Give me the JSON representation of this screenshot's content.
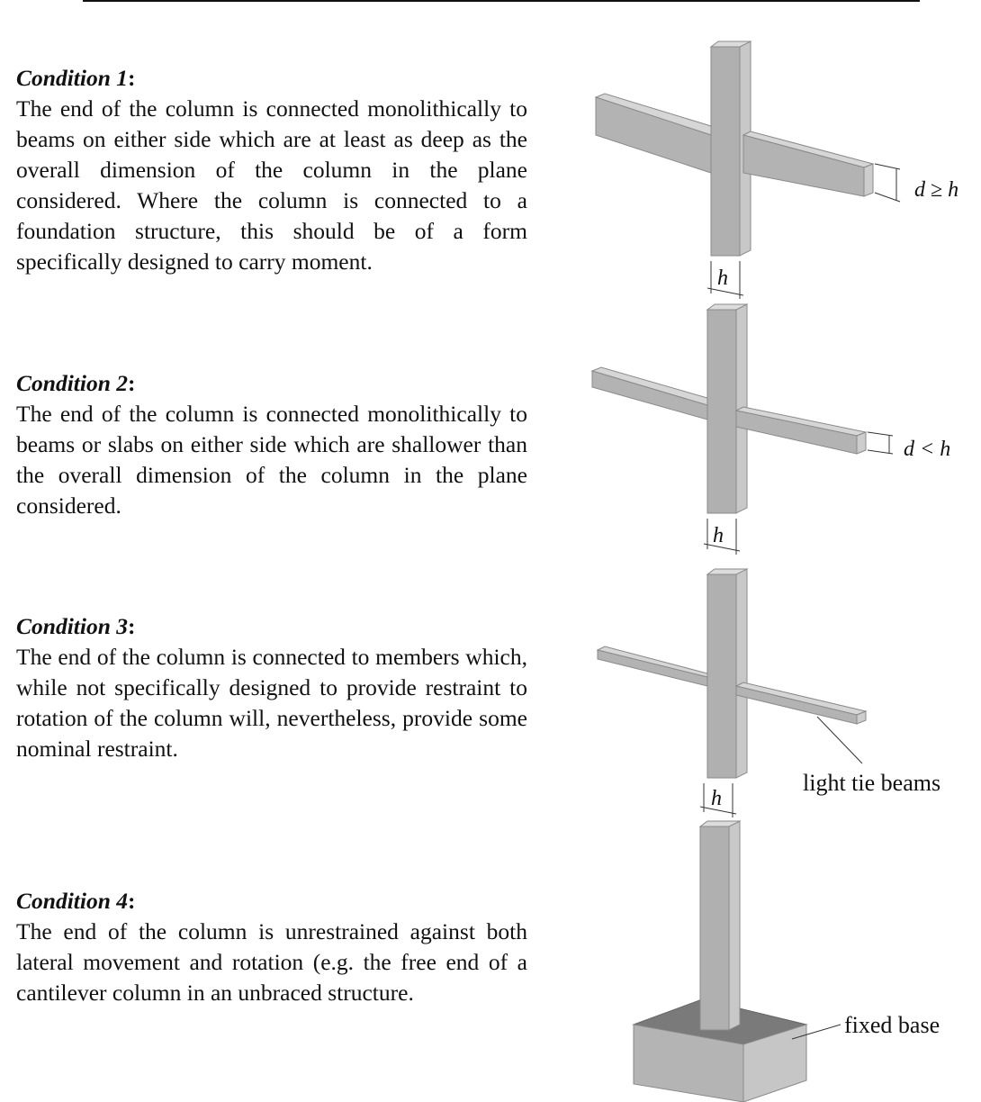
{
  "conditions": [
    {
      "title": "Condition 1",
      "colon": ":",
      "text": "The end of the column is connected monolithically to beams on either side which are at least as deep as the overall dimension of the column in the plane considered. Where the column is connected to a foundation structure, this should be of a form specifically designed to carry moment."
    },
    {
      "title": "Condition 2",
      "colon": ":",
      "text": "The end of the column is connected monolithically to beams or slabs on either side which are shallower than the overall dimension of the column in the plane considered."
    },
    {
      "title": "Condition 3",
      "colon": ":",
      "text": "The end of the column is connected to members which, while not specifically designed to provide restraint to rotation of the column will, nevertheless, provide some nominal restraint."
    },
    {
      "title": "Condition 4",
      "colon": ":",
      "text": "The end of the column is unrestrained against both lateral movement and rotation (e.g. the free end of a cantilever column in an unbraced structure."
    }
  ],
  "figure": {
    "dim_h": "h",
    "label_d_ge_h": "d ≥ h",
    "label_d_lt_h": "d < h",
    "label_light_tie": "light tie beams",
    "label_fixed_base": "fixed base"
  }
}
